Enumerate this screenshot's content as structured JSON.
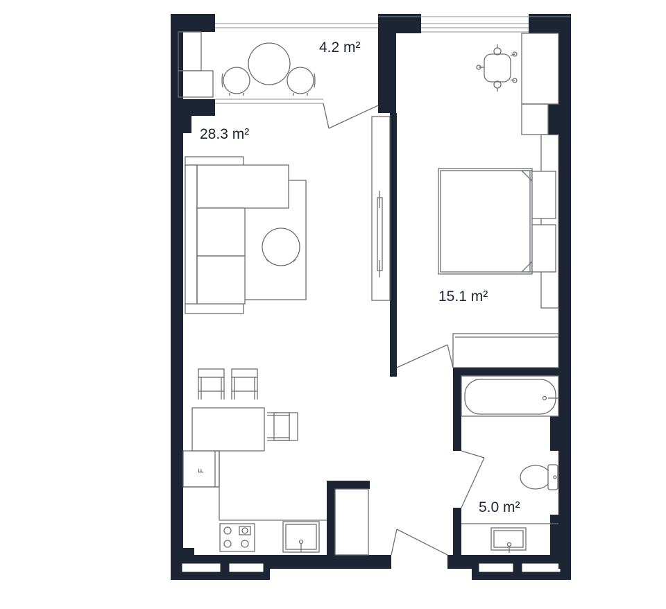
{
  "rooms": {
    "balcony": {
      "area": "4.2 m²"
    },
    "living_kitchen": {
      "area": "28.3 m²"
    },
    "bedroom": {
      "area": "15.1 m²"
    },
    "bathroom": {
      "area": "5.0 m²"
    }
  },
  "fridge_label": "F",
  "colors": {
    "wall": "#1d2433",
    "furniture_line": "#6b6e73",
    "background": "#ffffff"
  },
  "icons": [
    "sofa-icon",
    "round-table-icon",
    "dining-table-icon",
    "chair-icon",
    "bed-icon",
    "nightstand-icon",
    "office-chair-icon",
    "bathtub-icon",
    "toilet-icon",
    "sink-icon",
    "stove-icon",
    "wardrobe-icon",
    "door-swing-icon",
    "window-icon"
  ]
}
